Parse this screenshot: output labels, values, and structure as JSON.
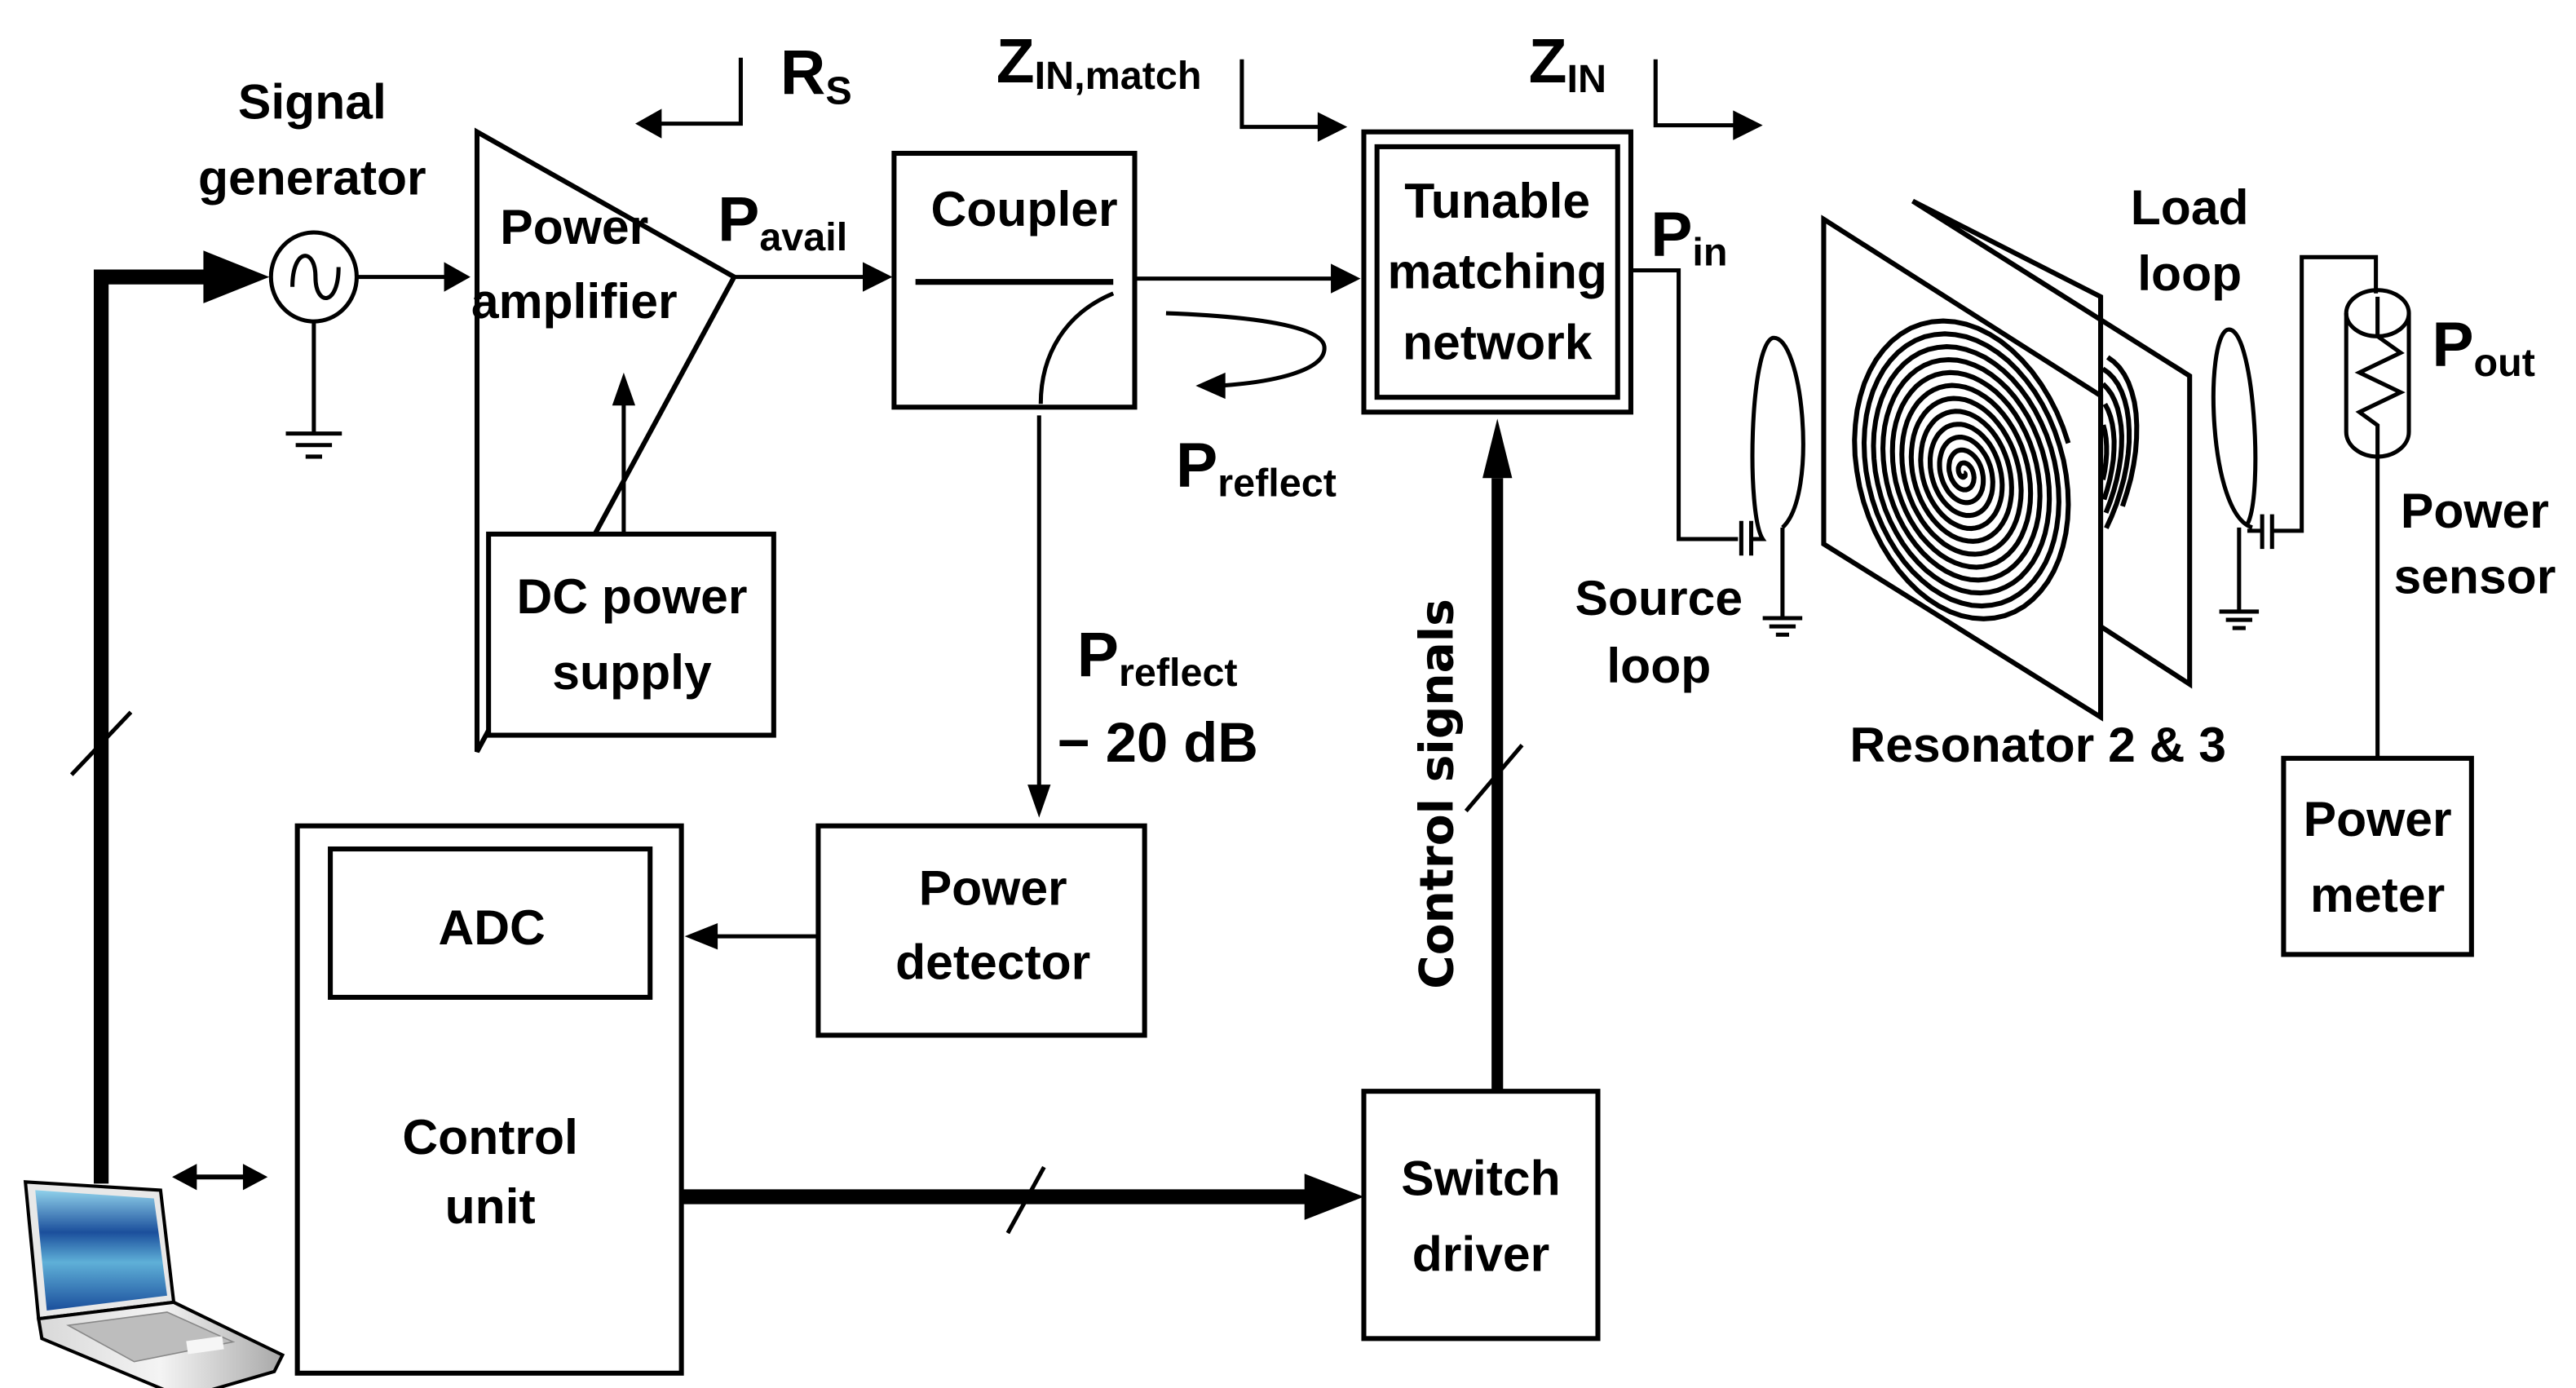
{
  "diagram": {
    "blocks": {
      "signal_generator": [
        "Signal",
        "generator"
      ],
      "power_amplifier": [
        "Power",
        "amplifier"
      ],
      "coupler": "Coupler",
      "matching_network": [
        "Tunable",
        "matching",
        "network"
      ],
      "dc_power_supply": [
        "DC power",
        "supply"
      ],
      "power_detector": [
        "Power",
        "detector"
      ],
      "control_unit": [
        "Control",
        "unit"
      ],
      "adc": "ADC",
      "switch_driver": [
        "Switch",
        "driver"
      ],
      "power_meter": [
        "Power",
        "meter"
      ],
      "power_sensor": [
        "Power",
        "sensor"
      ],
      "source_loop": [
        "Source",
        "loop"
      ],
      "load_loop": [
        "Load",
        "loop"
      ],
      "resonators": "Resonator 2 & 3"
    },
    "signals": {
      "rs": {
        "main": "R",
        "sub": "S"
      },
      "zin_match": {
        "main": "Z",
        "sub": "IN,match"
      },
      "zin": {
        "main": "Z",
        "sub": "IN"
      },
      "pavail": {
        "main": "P",
        "sub": "avail"
      },
      "pin": {
        "main": "P",
        "sub": "in"
      },
      "pout": {
        "main": "P",
        "sub": "out"
      },
      "preflect": {
        "main": "P",
        "sub": "reflect"
      },
      "preflect_coupled": {
        "main": "P",
        "sub": "reflect",
        "suffix": "− 20 dB"
      },
      "control_signals": "Control signals"
    },
    "icons": [
      "ac-source-icon",
      "ground-icon",
      "amplifier-triangle-icon",
      "directional-coupler-icon",
      "loop-antenna-icon",
      "capacitor-icon",
      "spiral-resonator-icon",
      "thermistor-sensor-icon",
      "laptop-icon",
      "bus-slash-icon",
      "bidirectional-arrow-icon"
    ],
    "colors": {
      "line": "#000000",
      "background": "#ffffff",
      "laptop_screen": "#1b4f9c",
      "laptop_screen_light": "#7cc6e0",
      "laptop_body": "#c8c8c8"
    }
  }
}
